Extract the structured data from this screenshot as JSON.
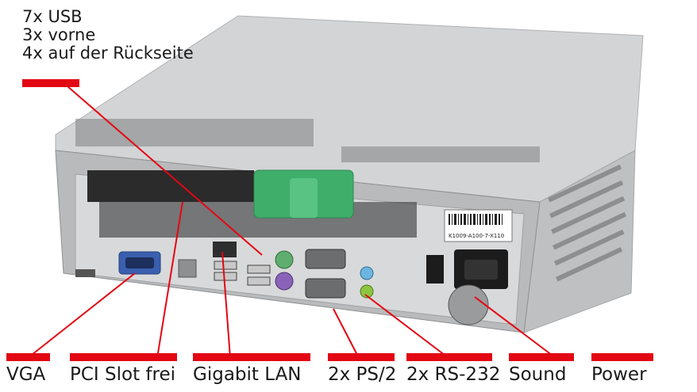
{
  "usb_note": {
    "line1": "7x USB",
    "line2": "3x vorne",
    "line3": "4x auf der Rückseite"
  },
  "labels": {
    "vga": "VGA",
    "pci": "PCI Slot frei",
    "lan": "Gigabit LAN",
    "ps2": "2x PS/2",
    "rs232": "2x RS-232",
    "sound": "Sound",
    "power": "Power"
  },
  "sticker_text": "K1009-A100-7-X110",
  "colors": {
    "accent_red": "#e30613",
    "text": "#1a1a1a",
    "case_grey": "#c9cacb",
    "panel_grey": "#d8d9da",
    "ps2_green": "#5fae6f",
    "ps2_purple": "#8a63b8",
    "vga_blue": "#3a5fb0",
    "audio_blue": "#6bb6e0",
    "audio_green": "#8cc63e",
    "clip_green": "#3fae6a"
  },
  "icons": {
    "computer": "desktop-pc-rear-photo"
  }
}
